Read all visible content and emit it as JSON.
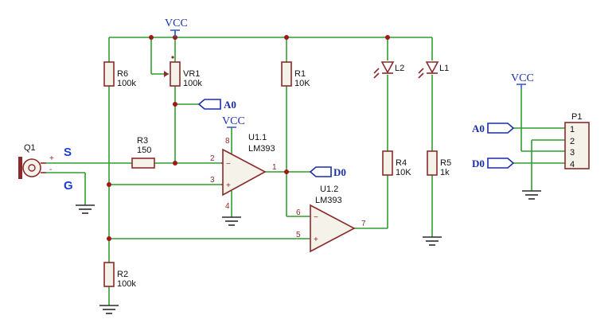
{
  "power": {
    "vcc": "VCC"
  },
  "components": {
    "r6": {
      "ref": "R6",
      "value": "100k"
    },
    "vr1": {
      "ref": "VR1",
      "value": "100k"
    },
    "r1": {
      "ref": "R1",
      "value": "10K"
    },
    "l2": {
      "ref": "L2"
    },
    "l1": {
      "ref": "L1"
    },
    "r3": {
      "ref": "R3",
      "value": "150"
    },
    "r4": {
      "ref": "R4",
      "value": "10K"
    },
    "r5": {
      "ref": "R5",
      "value": "1k"
    },
    "r2": {
      "ref": "R2",
      "value": "100k"
    },
    "q1": {
      "ref": "Q1"
    },
    "u1a": {
      "ref": "U1.1",
      "value": "LM393"
    },
    "u1b": {
      "ref": "U1.2",
      "value": "LM393"
    },
    "p1": {
      "ref": "P1",
      "pins": [
        "1",
        "2",
        "3",
        "4"
      ]
    }
  },
  "nets": {
    "a0": "A0",
    "d0": "D0"
  },
  "signals": {
    "s": "S",
    "g": "G",
    "plus": "+",
    "minus": "-"
  },
  "pins": {
    "u1a": {
      "inv": "2",
      "noninv": "3",
      "out": "1",
      "vcc": "8",
      "gnd": "4",
      "minus": "−",
      "plus": "+"
    },
    "u1b": {
      "inv": "6",
      "noninv": "5",
      "out": "7",
      "minus": "−",
      "plus": "+"
    }
  },
  "colors": {
    "wire": "#2e9e2e",
    "component": "#8b2a2a",
    "power": "#3a5bd8",
    "net_label": "#1a2fa8",
    "junction": "#a01818"
  }
}
